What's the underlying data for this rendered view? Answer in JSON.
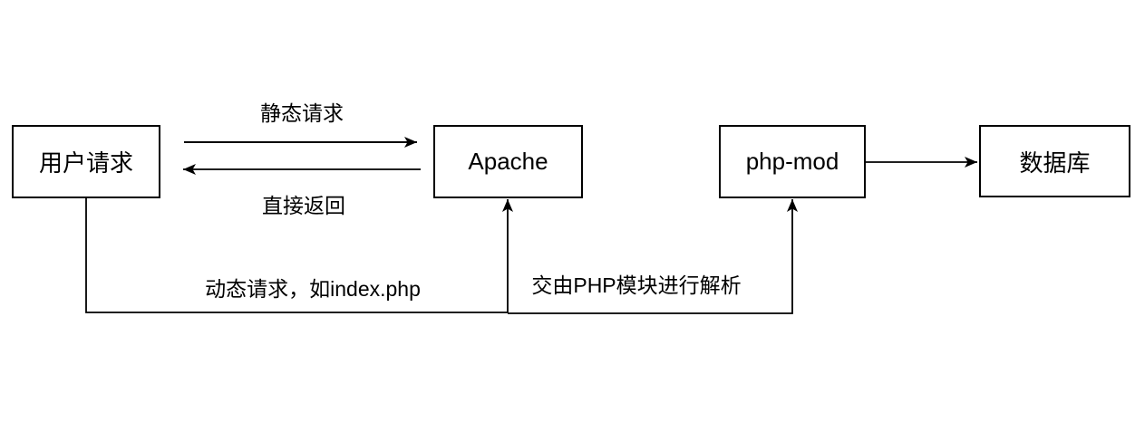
{
  "diagram": {
    "type": "flow-diagram",
    "colors": {
      "background": "#ffffff",
      "node_fill": "#ffffff",
      "stroke": "#000000",
      "text": "#000000"
    },
    "nodes": [
      {
        "id": "user-request",
        "label": "用户请求"
      },
      {
        "id": "apache",
        "label": "Apache"
      },
      {
        "id": "php-mod",
        "label": "php-mod"
      },
      {
        "id": "database",
        "label": "数据库"
      }
    ],
    "edges": [
      {
        "id": "static-request",
        "from": "用户请求",
        "to": "Apache",
        "label": "静态请求"
      },
      {
        "id": "direct-return",
        "from": "Apache",
        "to": "用户请求",
        "label": "直接返回"
      },
      {
        "id": "dynamic-request",
        "from": "用户请求",
        "to": "Apache",
        "label": "动态请求，如index.php"
      },
      {
        "id": "php-parse",
        "from": "Apache",
        "to": "php-mod",
        "label": "交由PHP模块进行解析"
      },
      {
        "id": "php-to-database",
        "from": "php-mod",
        "to": "数据库",
        "label": ""
      }
    ]
  }
}
